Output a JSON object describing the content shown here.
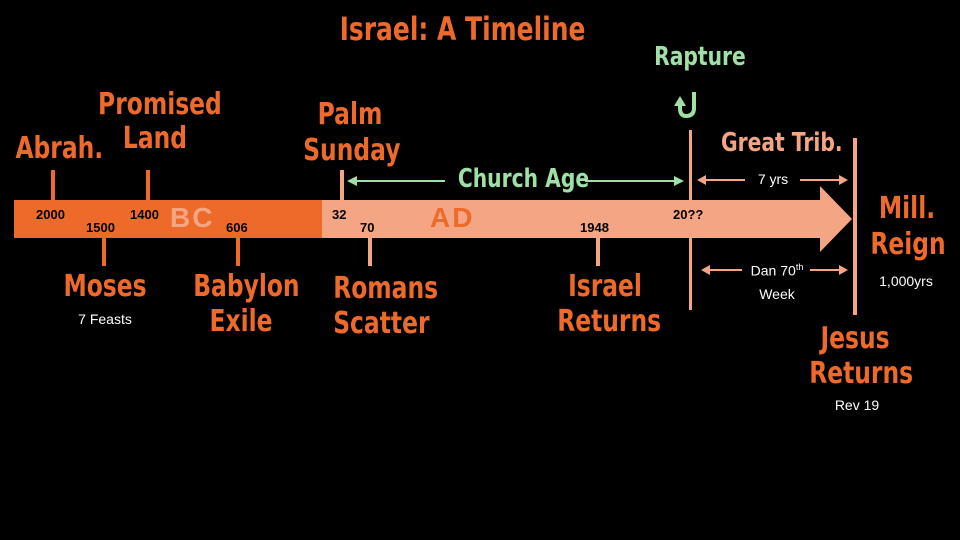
{
  "title": "Israel: A Timeline",
  "era_labels": {
    "bc": "BC",
    "ad": "AD"
  },
  "years": {
    "y2000": "2000",
    "y1500": "1500",
    "y1400": "1400",
    "y606": "606",
    "y32": "32",
    "y70": "70",
    "y1948": "1948",
    "y20xx": "20??"
  },
  "events_above": {
    "abraham": "Abrah.",
    "promised_land_1": "Promised",
    "promised_land_2": "Land",
    "palm_sunday_1": "Palm",
    "palm_sunday_2": "Sunday",
    "church_age": "Church Age",
    "rapture": "Rapture",
    "great_trib": "Great Trib.",
    "seven_yrs": "7 yrs"
  },
  "events_below": {
    "moses": "Moses",
    "moses_sub": "7 Feasts",
    "babylon_1": "Babylon",
    "babylon_2": "Exile",
    "romans_1": "Romans",
    "romans_2": "Scatter",
    "israel_1": "Israel",
    "israel_2": "Returns",
    "dan_70": "Dan 70",
    "dan_sup": "th",
    "week": "Week",
    "jesus_1": "Jesus",
    "jesus_2": "Returns",
    "jesus_sub": "Rev 19"
  },
  "end": {
    "mill_1": "Mill.",
    "mill_2": "Reign",
    "mill_sub": "1,000yrs"
  },
  "colors": {
    "background": "#000000",
    "bc_orange": "#ee6a2b",
    "ad_peach": "#f4a584",
    "church_green": "#9ee0a6",
    "year_text": "#000000",
    "white": "#ffffff"
  }
}
